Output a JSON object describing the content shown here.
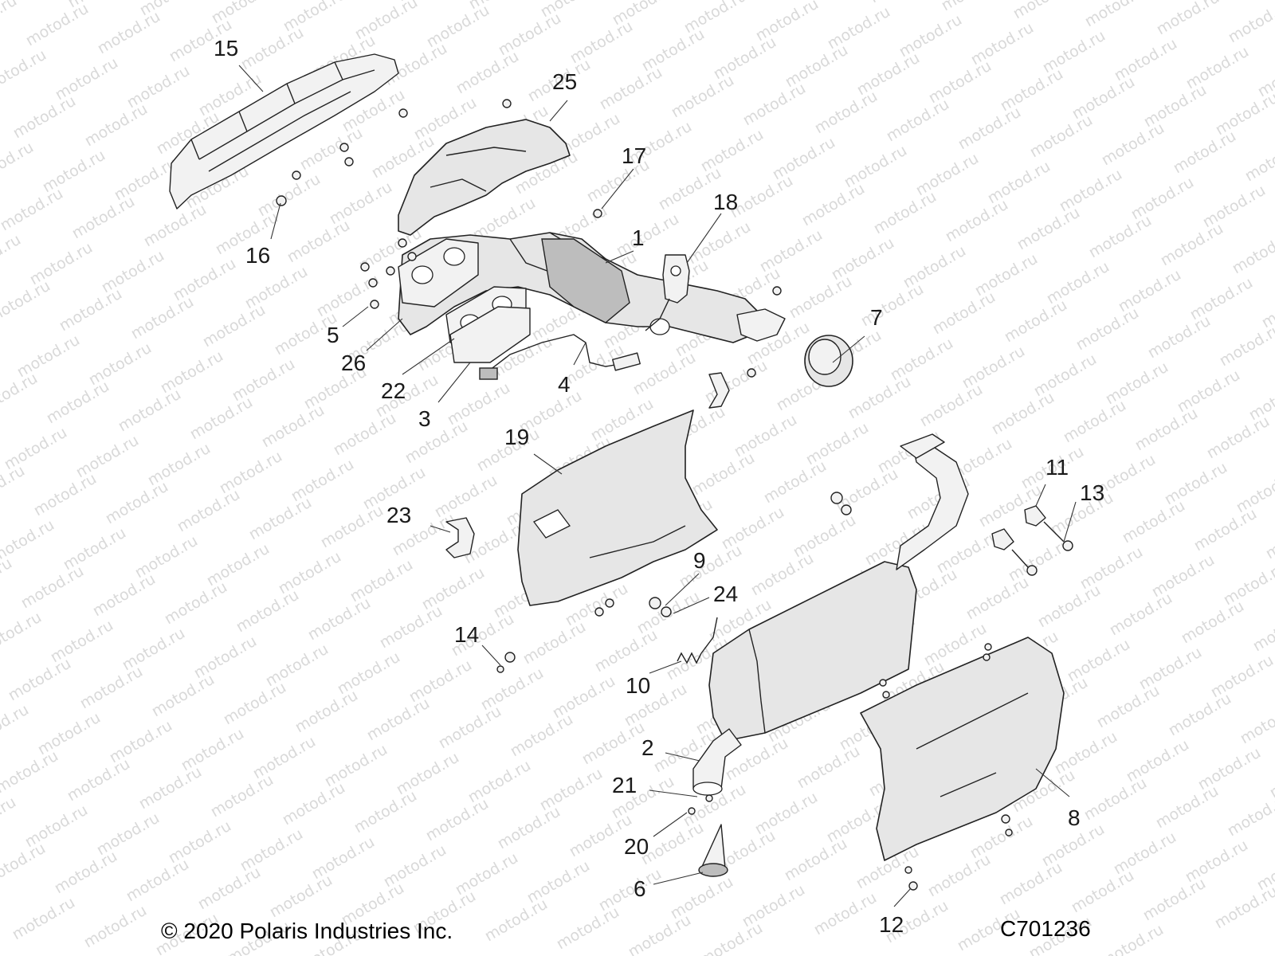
{
  "watermark_text": "motod.ru",
  "copyright": "© 2020 Polaris Industries Inc.",
  "drawing_code": "C701236",
  "callouts": {
    "c1": "1",
    "c2": "2",
    "c3": "3",
    "c4": "4",
    "c5": "5",
    "c6": "6",
    "c7": "7",
    "c8": "8",
    "c9": "9",
    "c10": "10",
    "c11": "11",
    "c12": "12",
    "c13": "13",
    "c14": "14",
    "c15": "15",
    "c16": "16",
    "c17": "17",
    "c18": "18",
    "c19": "19",
    "c20": "20",
    "c21": "21",
    "c22": "22",
    "c23": "23",
    "c24": "24",
    "c25": "25",
    "c26": "26"
  },
  "colors": {
    "line": "#222222",
    "fill": "#e6e6e6",
    "watermark": "#d9d9d9"
  }
}
